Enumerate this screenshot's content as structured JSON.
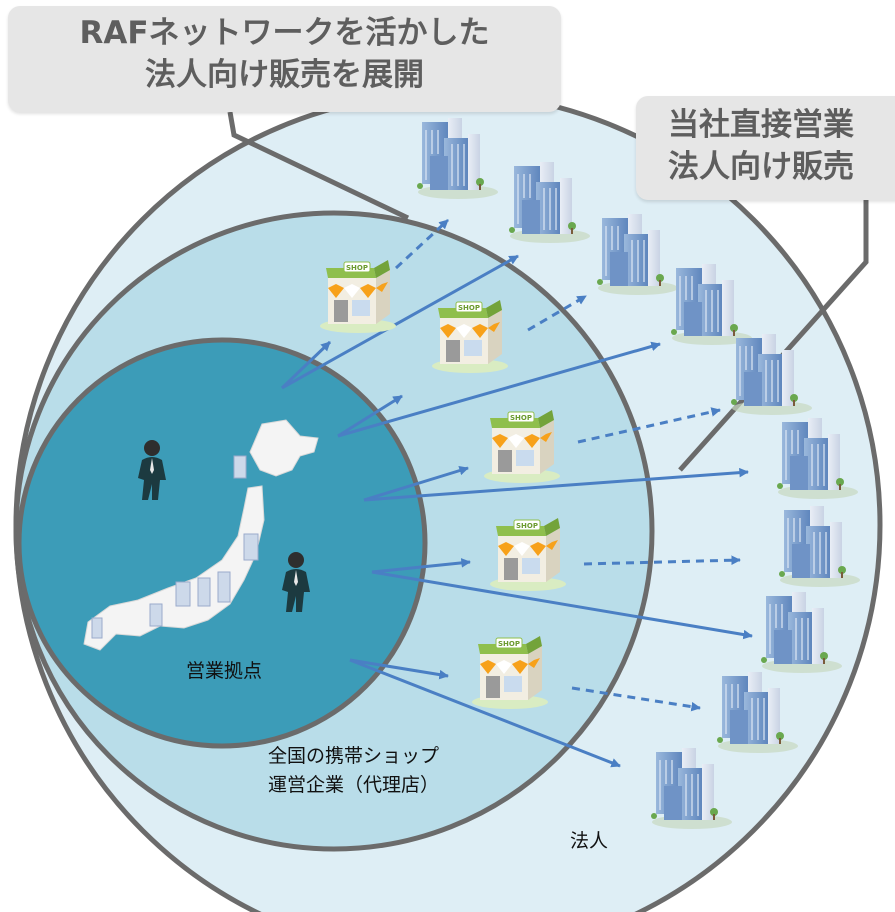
{
  "callouts": {
    "left": [
      "RAFネットワークを活かした",
      "法人向け販売を展開"
    ],
    "right": [
      "当社直接営業",
      "法人向け販売"
    ]
  },
  "labels": {
    "hub": "営業拠点",
    "agency_line1": "全国の携帯ショップ",
    "agency_line2": "運営企業（代理店）",
    "corporate": "法人"
  },
  "shop_sign": "SHOP",
  "colors": {
    "outer_fill": "#deeef5",
    "middle_fill": "#b9dde9",
    "inner_fill": "#3c9cb8",
    "ring_stroke": "#6b6b6b",
    "arrow": "#4a7fc4",
    "callout_bg": "#e6e6e6",
    "callout_text": "#5e5e5e"
  },
  "icons": [
    "person-icon",
    "shop-icon",
    "building-icon",
    "japan-map-icon"
  ]
}
